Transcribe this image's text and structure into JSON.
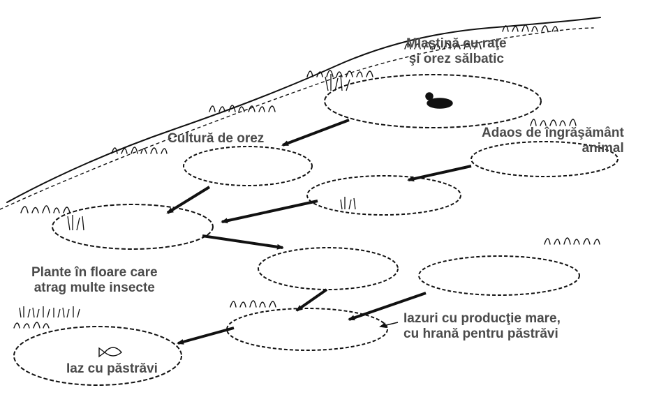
{
  "labels": {
    "swamp_line1": "Mlaştină cu raţe",
    "swamp_line2": "şi orez sălbatic",
    "rice": "Cultură de orez",
    "fertilizer_line1": "Adaos de îngrăşământ",
    "fertilizer_line2": "animal",
    "plants_line1": "Plante în floare care",
    "plants_line2": "atrag multe insecte",
    "ponds_line1": "Iazuri cu producţie mare,",
    "ponds_line2": "cu hrană pentru păstrăvi",
    "trout": "Iaz cu păstrăvi"
  },
  "colors": {
    "ink": "#111111",
    "label": "#4a4a4a",
    "background": "#ffffff"
  }
}
